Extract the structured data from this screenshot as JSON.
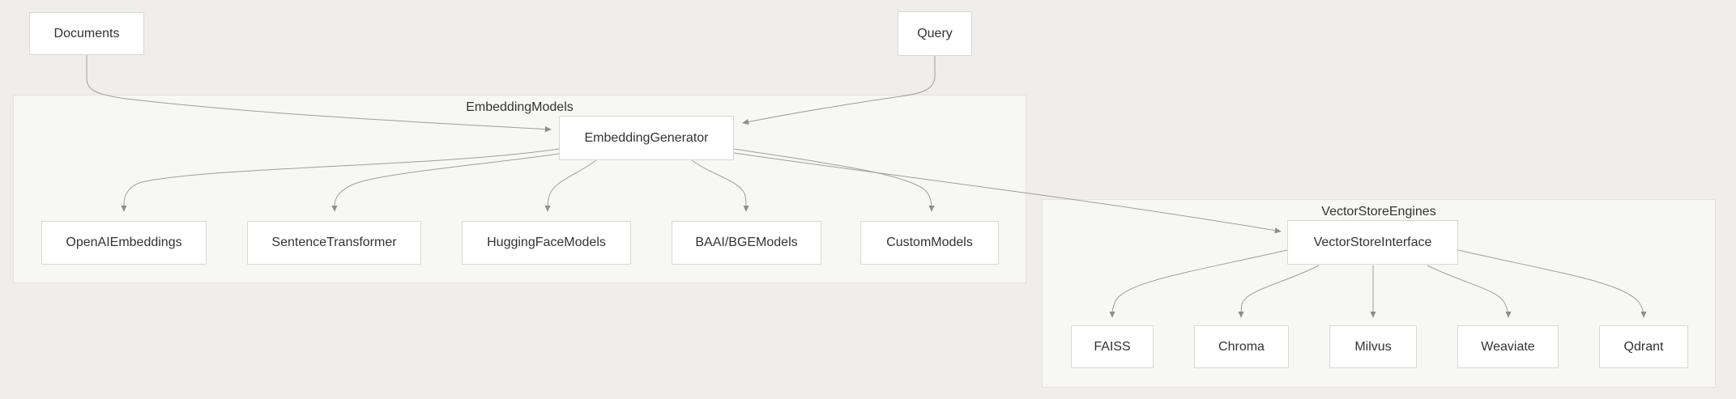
{
  "groups": {
    "embedding_models": {
      "label": "EmbeddingModels"
    },
    "vector_store_engines": {
      "label": "VectorStoreEngines"
    }
  },
  "nodes": {
    "documents": {
      "label": "Documents"
    },
    "query": {
      "label": "Query"
    },
    "embedding_generator": {
      "label": "EmbeddingGenerator"
    },
    "openai_embeddings": {
      "label": "OpenAIEmbeddings"
    },
    "sentence_transformer": {
      "label": "SentenceTransformer"
    },
    "huggingface_models": {
      "label": "HuggingFaceModels"
    },
    "baai_bge_models": {
      "label": "BAAI/BGEModels"
    },
    "custom_models": {
      "label": "CustomModels"
    },
    "vector_store_interface": {
      "label": "VectorStoreInterface"
    },
    "faiss": {
      "label": "FAISS"
    },
    "chroma": {
      "label": "Chroma"
    },
    "milvus": {
      "label": "Milvus"
    },
    "weaviate": {
      "label": "Weaviate"
    },
    "qdrant": {
      "label": "Qdrant"
    }
  },
  "edges": [
    {
      "from": "Documents",
      "to": "EmbeddingGenerator"
    },
    {
      "from": "Query",
      "to": "EmbeddingGenerator"
    },
    {
      "from": "EmbeddingGenerator",
      "to": "OpenAIEmbeddings"
    },
    {
      "from": "EmbeddingGenerator",
      "to": "SentenceTransformer"
    },
    {
      "from": "EmbeddingGenerator",
      "to": "HuggingFaceModels"
    },
    {
      "from": "EmbeddingGenerator",
      "to": "BAAI/BGEModels"
    },
    {
      "from": "EmbeddingGenerator",
      "to": "CustomModels"
    },
    {
      "from": "EmbeddingGenerator",
      "to": "VectorStoreInterface"
    },
    {
      "from": "VectorStoreInterface",
      "to": "FAISS"
    },
    {
      "from": "VectorStoreInterface",
      "to": "Chroma"
    },
    {
      "from": "VectorStoreInterface",
      "to": "Milvus"
    },
    {
      "from": "VectorStoreInterface",
      "to": "Weaviate"
    },
    {
      "from": "VectorStoreInterface",
      "to": "Qdrant"
    }
  ],
  "colors": {
    "canvas_bg": "#efeeec",
    "group_bg": "#f7f7f5",
    "group_border": "#e3e2e0",
    "node_bg": "#ffffff",
    "node_border": "#d8d8d6",
    "text": "#333333",
    "edge_line": "#9e9e9e",
    "arrowhead": "#8e8e8e"
  }
}
